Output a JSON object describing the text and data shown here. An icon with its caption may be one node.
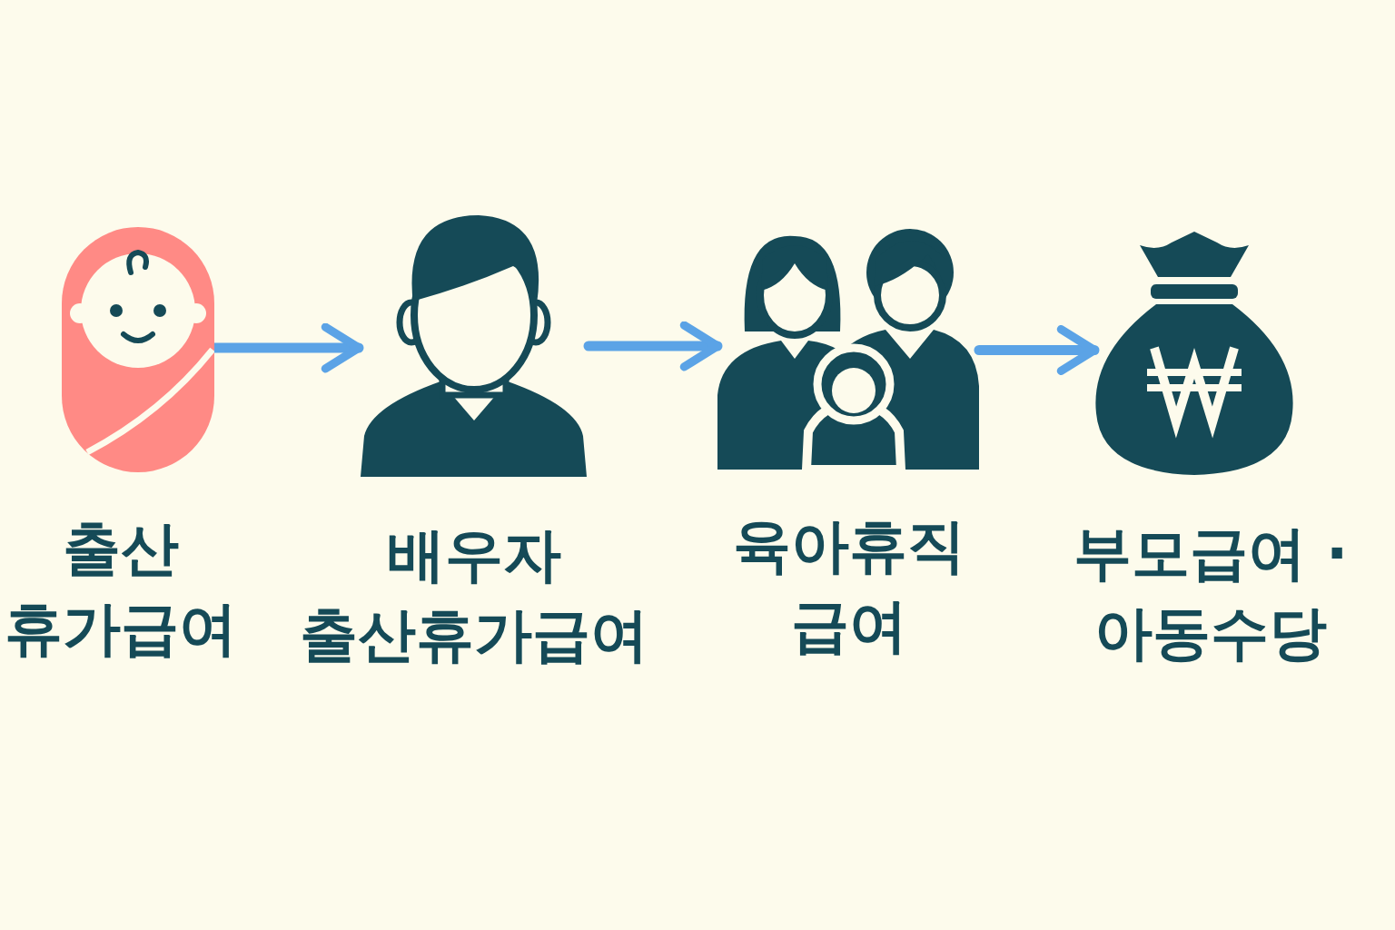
{
  "diagram": {
    "nodes": [
      {
        "text": [],
        "shape": "picture",
        "beside": [
          "출산 휴가급여"
        ]
      },
      {
        "text": [],
        "shape": "picture",
        "beside": [
          "배우자 출산휴가급여"
        ]
      },
      {
        "text": [],
        "shape": "picture",
        "beside": [
          "육아휴직 급여"
        ]
      },
      {
        "text": [],
        "shape": "picture",
        "beside": [
          "부모급여 · 아동수당"
        ]
      }
    ],
    "edges": [
      {
        "from": 0,
        "to": 1,
        "arrow": "to"
      },
      {
        "from": 1,
        "to": 2,
        "arrow": "to"
      },
      {
        "from": 2,
        "to": 3,
        "arrow": "to"
      }
    ]
  }
}
